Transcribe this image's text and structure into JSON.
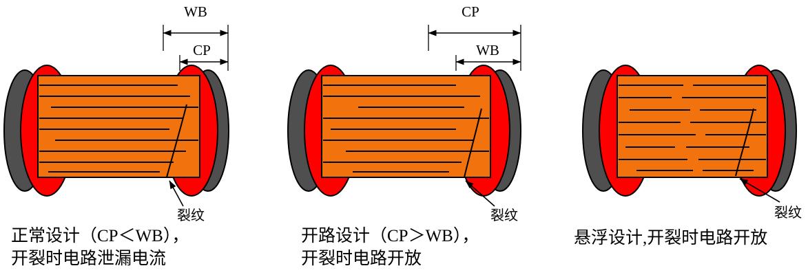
{
  "figures": [
    {
      "dim_top_label": "WB",
      "dim_bottom_label": "CP",
      "crack_label": "裂纹",
      "caption_lines": [
        "正常设计（CP＜WB），",
        "开裂时电路泄漏电流"
      ]
    },
    {
      "dim_top_label": "CP",
      "dim_bottom_label": "WB",
      "crack_label": "裂纹",
      "caption_lines": [
        "开路设计（CP＞WB），",
        "开裂时电路开放"
      ]
    },
    {
      "crack_label": "裂纹",
      "caption_lines": [
        "悬浮设计,开裂时电路开放"
      ]
    }
  ],
  "colors": {
    "ceramic_body": "#F2720D",
    "end_cap": "#FE0000",
    "termination": "#4F4F4F",
    "outline": "#000000"
  }
}
